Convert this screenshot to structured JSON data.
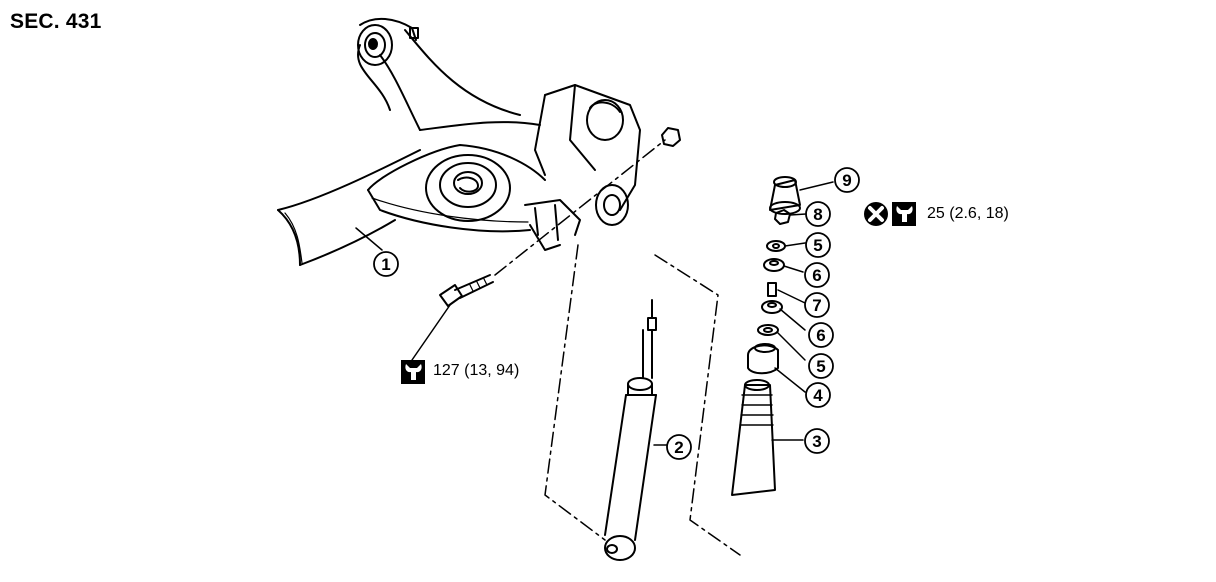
{
  "section": "SEC. 431",
  "colors": {
    "line": "#000000",
    "background": "#ffffff"
  },
  "icons": {
    "torque": "torque-wrench-icon",
    "replace": "do-not-reuse-icon"
  },
  "torque_specs": [
    {
      "id": "bolt",
      "text": "127 (13, 94)"
    },
    {
      "id": "nut",
      "text": "25 (2.6, 18)"
    }
  ],
  "callouts": [
    {
      "id": "c1",
      "number": "1"
    },
    {
      "id": "c2",
      "number": "2"
    },
    {
      "id": "c3",
      "number": "3"
    },
    {
      "id": "c4",
      "number": "4"
    },
    {
      "id": "c5a",
      "number": "5"
    },
    {
      "id": "c5b",
      "number": "5"
    },
    {
      "id": "c6a",
      "number": "6"
    },
    {
      "id": "c6b",
      "number": "6"
    },
    {
      "id": "c7",
      "number": "7"
    },
    {
      "id": "c8",
      "number": "8"
    },
    {
      "id": "c9",
      "number": "9"
    }
  ]
}
